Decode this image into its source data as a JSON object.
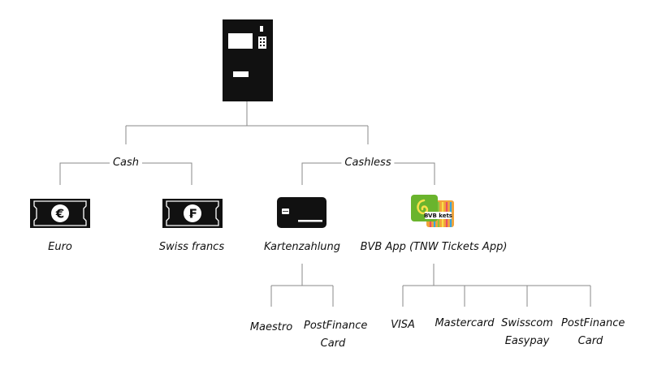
{
  "root": {
    "icon": "ticket-machine-icon"
  },
  "payment_types": [
    {
      "label": "Cash",
      "children": [
        {
          "label": "Euro",
          "icon": "euro-banknote-icon",
          "symbol": "€"
        },
        {
          "label": "Swiss francs",
          "icon": "franc-banknote-icon",
          "symbol": "₣"
        }
      ]
    },
    {
      "label": "Cashless",
      "children": [
        {
          "label": "Kartenzahlung",
          "icon": "payment-card-icon",
          "children": [
            {
              "label": "Maestro"
            },
            {
              "label": "PostFinance Card"
            }
          ]
        },
        {
          "label": "BVB App (TNW Tickets App)",
          "icon": "app-logo-icon",
          "logo_text": "BVB kets",
          "children": [
            {
              "label": "VISA"
            },
            {
              "label": "Mastercard"
            },
            {
              "label": "Swisscom Easypay"
            },
            {
              "label": "PostFinance Card"
            }
          ]
        }
      ]
    }
  ],
  "colors": {
    "line": "#888888",
    "icon": "#111111",
    "app_green": "#6ab42d",
    "app_orange": "#f2a43a"
  }
}
